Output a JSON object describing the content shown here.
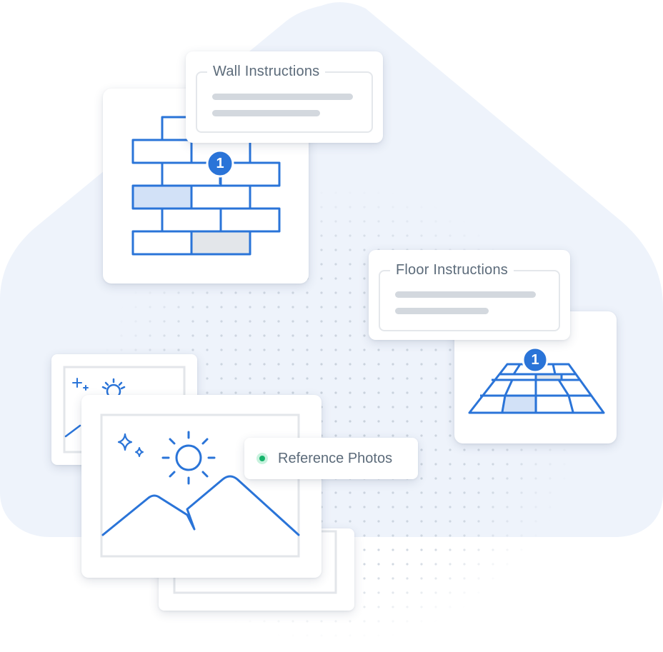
{
  "wall_card": {
    "title": "Wall Instructions",
    "marker_number": "1"
  },
  "floor_card": {
    "title": "Floor Instructions",
    "marker_number": "1"
  },
  "photos_card": {
    "label": "Reference Photos",
    "status": "active"
  },
  "colors": {
    "accent": "#2a74d8",
    "highlight_blue": "#d2e1f7",
    "highlight_gray": "#e3e6ea",
    "background_shape": "#eef3fb",
    "status_green": "#16b36b"
  },
  "icons": [
    "brick-wall-icon",
    "tile-floor-icon",
    "landscape-photo-icon",
    "sun-icon",
    "sparkle-icon",
    "number-badge-icon"
  ]
}
